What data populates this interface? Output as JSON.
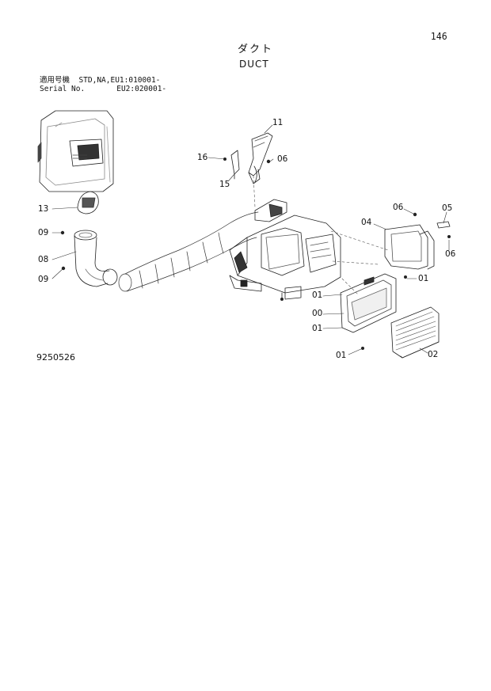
{
  "page_number": "146",
  "title": {
    "japanese": "ダクト",
    "english": "DUCT"
  },
  "serial": {
    "line1": "適用号機  STD,NA,EU1:010001-",
    "line2": "Serial No.       EU2:020001-"
  },
  "figure_number": "9250526",
  "callouts": [
    "11",
    "16",
    "06",
    "15",
    "13",
    "09",
    "08",
    "09",
    "06",
    "05",
    "04",
    "06",
    "01",
    "01",
    "00",
    "01",
    "01",
    "02"
  ]
}
